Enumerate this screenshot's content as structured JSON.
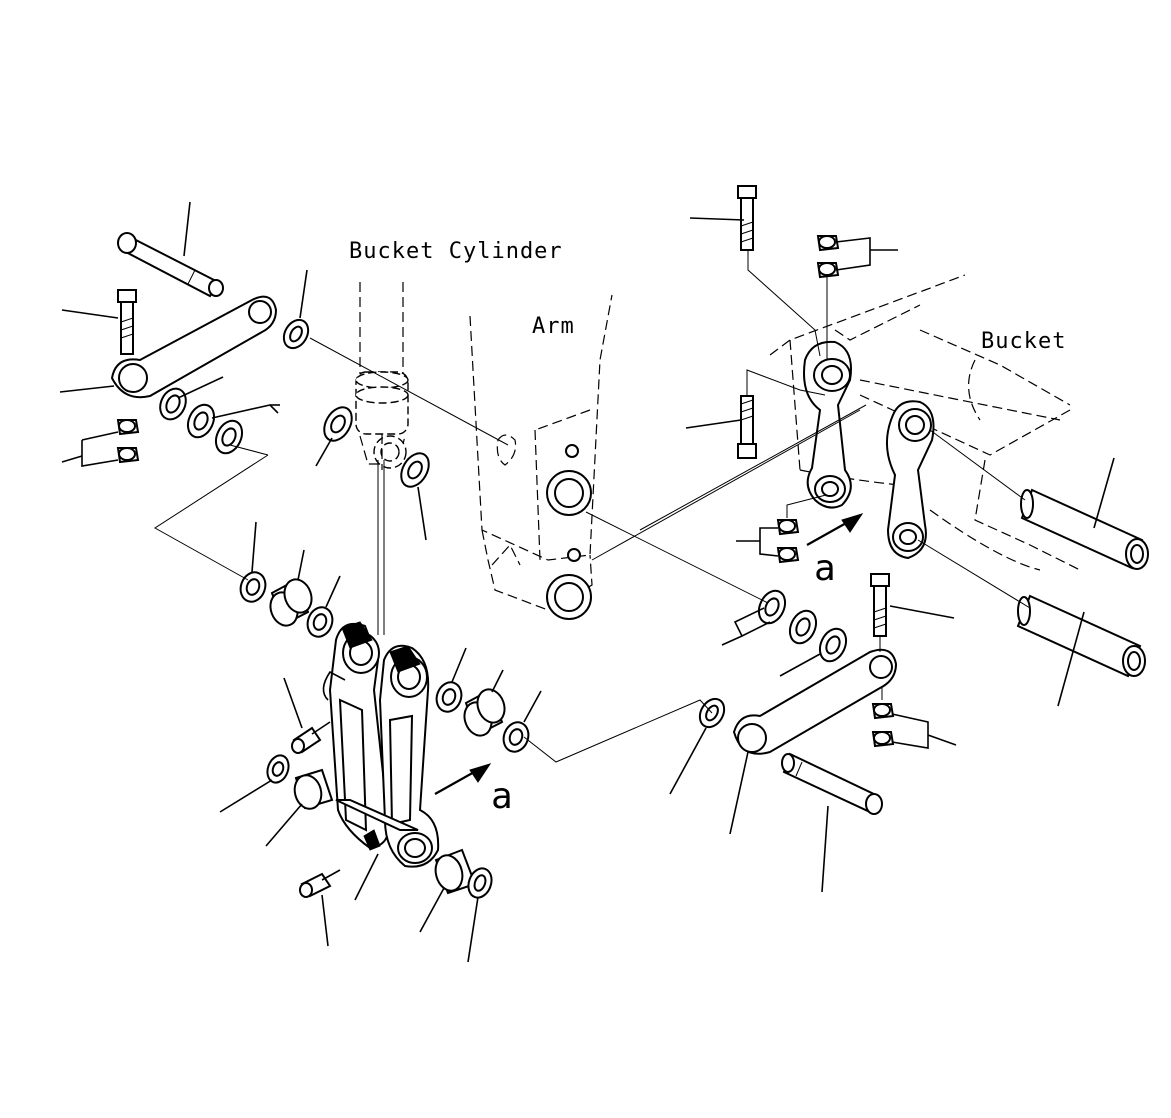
{
  "labels": {
    "bucket_cylinder": "Bucket Cylinder",
    "arm": "Arm",
    "bucket": "Bucket",
    "ref_a": "a"
  }
}
